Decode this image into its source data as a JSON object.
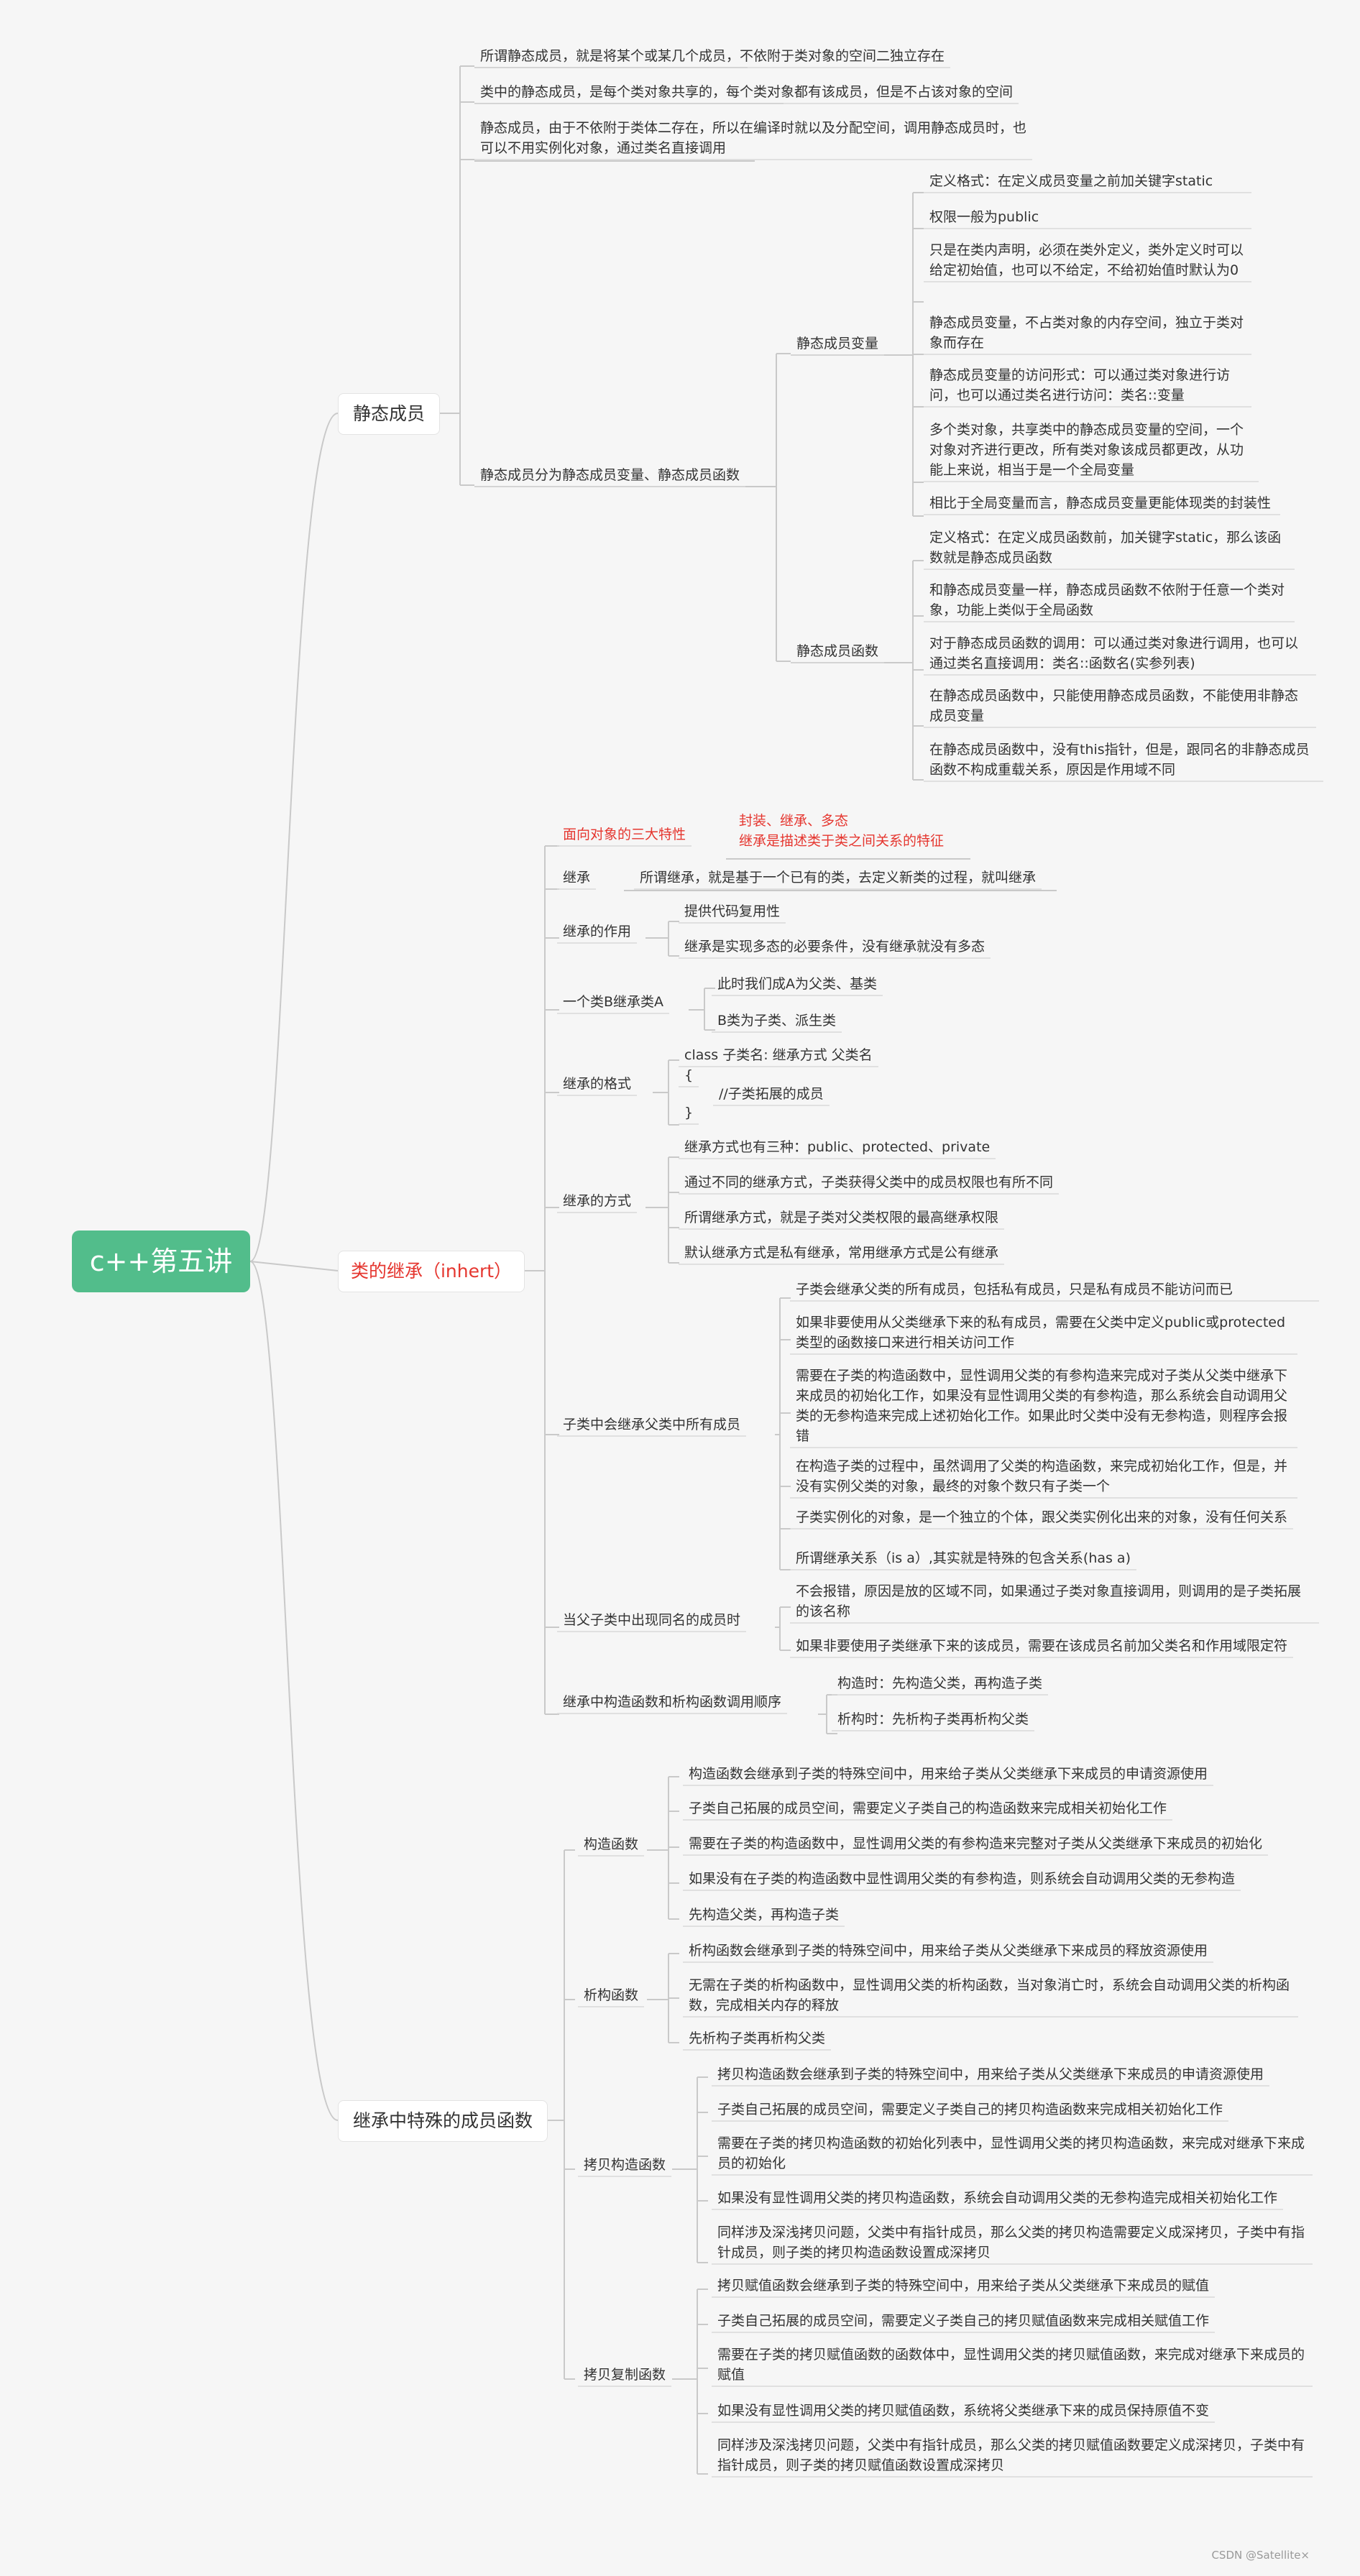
{
  "root": "c++第五讲",
  "branches": {
    "static": {
      "label": "静态成员",
      "items": [
        "所谓静态成员，就是将某个或某几个成员，不依附于类对象的空间二独立存在",
        "类中的静态成员，是每个类对象共享的，每个类对象都有该成员，但是不占该对象的空间",
        "静态成员，由于不依附于类体二存在，所以在编译时就以及分配空间，调用静态成员时，也可以不用实例化对象，通过类名直接调用",
        "静态成员分为静态成员变量、静态成员函数"
      ],
      "var": {
        "label": "静态成员变量",
        "items": [
          "定义格式：在定义成员变量之前加关键字static",
          "权限一般为public",
          "只是在类内声明，必须在类外定义，类外定义时可以给定初始值，也可以不给定，不给初始值时默认为0",
          "静态成员变量，不占类对象的内存空间，独立于类对象而存在",
          "静态成员变量的访问形式：可以通过类对象进行访问，也可以通过类名进行访问：类名::变量",
          "多个类对象，共享类中的静态成员变量的空间，一个对象对齐进行更改，所有类对象该成员都更改，从功能上来说，相当于是一个全局变量",
          "相比于全局变量而言，静态成员变量更能体现类的封装性"
        ]
      },
      "func": {
        "label": "静态成员函数",
        "items": [
          "定义格式：在定义成员函数前，加关键字static，那么该函数就是静态成员函数",
          "和静态成员变量一样，静态成员函数不依附于任意一个类对象，功能上类似于全局函数",
          "对于静态成员函数的调用：可以通过类对象进行调用，也可以通过类名直接调用：类名::函数名(实参列表)",
          "在静态成员函数中，只能使用静态成员函数，不能使用非静态成员变量",
          "在静态成员函数中，没有this指针，但是，跟同名的非静态成员函数不构成重载关系，原因是作用域不同"
        ]
      }
    },
    "inherit": {
      "label": "类的继承（inhert）",
      "oop": {
        "label": "面向对象的三大特性",
        "note1": "封装、继承、多态",
        "note2": "继承是描述类于类之间关系的特征"
      },
      "def": {
        "label": "继承",
        "text": "所谓继承，就是基于一个已有的类，去定义新类的过程，就叫继承"
      },
      "role": {
        "label": "继承的作用",
        "items": [
          "提供代码复用性",
          "继承是实现多态的必要条件，没有继承就没有多态"
        ]
      },
      "ab": {
        "label": "一个类B继承类A",
        "items": [
          "此时我们成A为父类、基类",
          "B类为子类、派生类"
        ]
      },
      "fmt": {
        "label": "继承的格式",
        "lines": [
          "class  子类名: 继承方式  父类名",
          "{",
          "//子类拓展的成员",
          "}"
        ]
      },
      "mode": {
        "label": "继承的方式",
        "items": [
          "继承方式也有三种：public、protected、private",
          "通过不同的继承方式，子类获得父类中的成员权限也有所不同",
          "所谓继承方式，就是子类对父类权限的最高继承权限",
          "默认继承方式是私有继承，常用继承方式是公有继承"
        ]
      },
      "all": {
        "label": "子类中会继承父类中所有成员",
        "items": [
          "子类会继承父类的所有成员，包括私有成员，只是私有成员不能访问而已",
          "如果非要使用从父类继承下来的私有成员，需要在父类中定义public或protected类型的函数接口来进行相关访问工作",
          "需要在子类的构造函数中，显性调用父类的有参构造来完成对子类从父类中继承下来成员的初始化工作，如果没有显性调用父类的有参构造，那么系统会自动调用父类的无参构造来完成上述初始化工作。如果此时父类中没有无参构造，则程序会报错",
          "在构造子类的过程中，虽然调用了父类的构造函数，来完成初始化工作，但是，并没有实例父类的对象，最终的对象个数只有子类一个",
          "子类实例化的对象，是一个独立的个体，跟父类实例化出来的对象，没有任何关系",
          "所谓继承关系（is a）,其实就是特殊的包含关系(has a)"
        ]
      },
      "same": {
        "label": "当父子类中出现同名的成员时",
        "items": [
          "不会报错，原因是放的区域不同，如果通过子类对象直接调用，则调用的是子类拓展的该名称",
          "如果非要使用子类继承下来的该成员，需要在该成员名前加父类名和作用域限定符"
        ]
      },
      "order": {
        "label": "继承中构造函数和析构函数调用顺序",
        "items": [
          "构造时：先构造父类，再构造子类",
          "析构时：先析构子类再析构父类"
        ]
      }
    },
    "special": {
      "label": "继承中特殊的成员函数",
      "ctor": {
        "label": "构造函数",
        "items": [
          "构造函数会继承到子类的特殊空间中，用来给子类从父类继承下来成员的申请资源使用",
          "子类自己拓展的成员空间，需要定义子类自己的构造函数来完成相关初始化工作",
          "需要在子类的构造函数中，显性调用父类的有参构造来完整对子类从父类继承下来成员的初始化",
          "如果没有在子类的构造函数中显性调用父类的有参构造，则系统会自动调用父类的无参构造",
          "先构造父类，再构造子类"
        ]
      },
      "dtor": {
        "label": "析构函数",
        "items": [
          "析构函数会继承到子类的特殊空间中，用来给子类从父类继承下来成员的释放资源使用",
          "无需在子类的析构函数中，显性调用父类的析构函数，当对象消亡时，系统会自动调用父类的析构函数，完成相关内存的释放",
          "先析构子类再析构父类"
        ]
      },
      "copy": {
        "label": "拷贝构造函数",
        "items": [
          "拷贝构造函数会继承到子类的特殊空间中，用来给子类从父类继承下来成员的申请资源使用",
          "子类自己拓展的成员空间，需要定义子类自己的拷贝构造函数来完成相关初始化工作",
          "需要在子类的拷贝构造函数的初始化列表中，显性调用父类的拷贝构造函数，来完成对继承下来成员的初始化",
          "如果没有显性调用父类的拷贝构造函数，系统会自动调用父类的无参构造完成相关初始化工作",
          "同样涉及深浅拷贝问题，父类中有指针成员，那么父类的拷贝构造需要定义成深拷贝，子类中有指针成员，则子类的拷贝构造函数设置成深拷贝"
        ]
      },
      "assign": {
        "label": "拷贝复制函数",
        "items": [
          "拷贝赋值函数会继承到子类的特殊空间中，用来给子类从父类继承下来成员的赋值",
          "子类自己拓展的成员空间，需要定义子类自己的拷贝赋值函数来完成相关赋值工作",
          "需要在子类的拷贝赋值函数的函数体中，显性调用父类的拷贝赋值函数，来完成对继承下来成员的赋值",
          "如果没有显性调用父类的拷贝赋值函数，系统将父类继承下来的成员保持原值不变",
          "同样涉及深浅拷贝问题，父类中有指针成员，那么父类的拷贝赋值函数要定义成深拷贝，子类中有指针成员，则子类的拷贝赋值函数设置成深拷贝"
        ]
      }
    }
  },
  "watermark": "CSDN @Satellite×"
}
